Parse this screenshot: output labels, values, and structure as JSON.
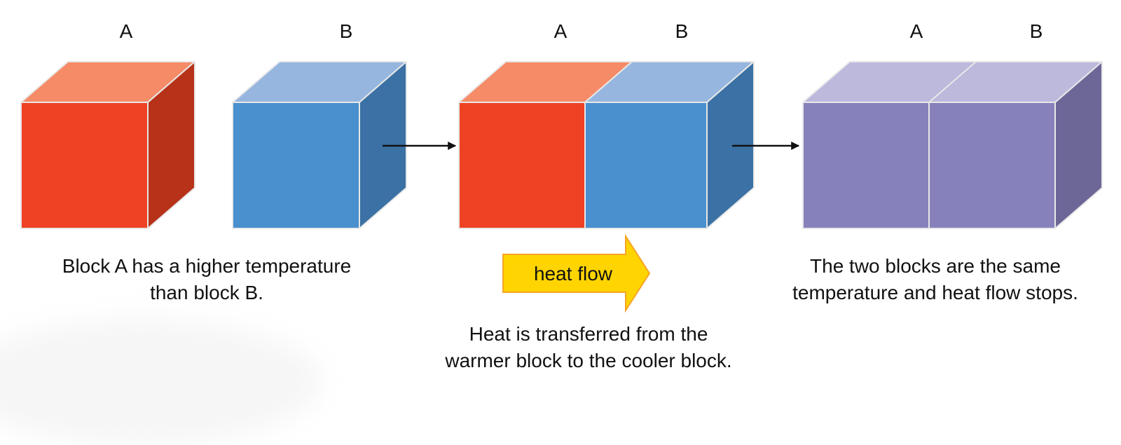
{
  "colors": {
    "hot_front": "#EF4123",
    "hot_top": "#F68B67",
    "hot_side": "#B73219",
    "cool_front": "#4A8FCE",
    "cool_top": "#96B6DF",
    "cool_side": "#3B71A4",
    "equal_front": "#8781BB",
    "equal_top": "#BDB9DD",
    "equal_side": "#6D6798",
    "heat_arrow_fill": "#FFD400",
    "heat_arrow_stroke": "#F5A425",
    "edge": "#E8E8E8",
    "arrow": "#111111"
  },
  "panel1": {
    "label_a": "A",
    "label_b": "B",
    "caption": [
      "Block A has a higher temperature",
      "than block B."
    ]
  },
  "panel2": {
    "label_a": "A",
    "label_b": "B",
    "heat_flow_label": "heat flow",
    "caption": [
      "Heat is transferred from the",
      "warmer block to the cooler block."
    ]
  },
  "panel3": {
    "label_a": "A",
    "label_b": "B",
    "caption": [
      "The two blocks are the same",
      "temperature and heat flow stops."
    ]
  },
  "icons": [
    "arrow-right-icon",
    "heat-flow-arrow-icon"
  ]
}
